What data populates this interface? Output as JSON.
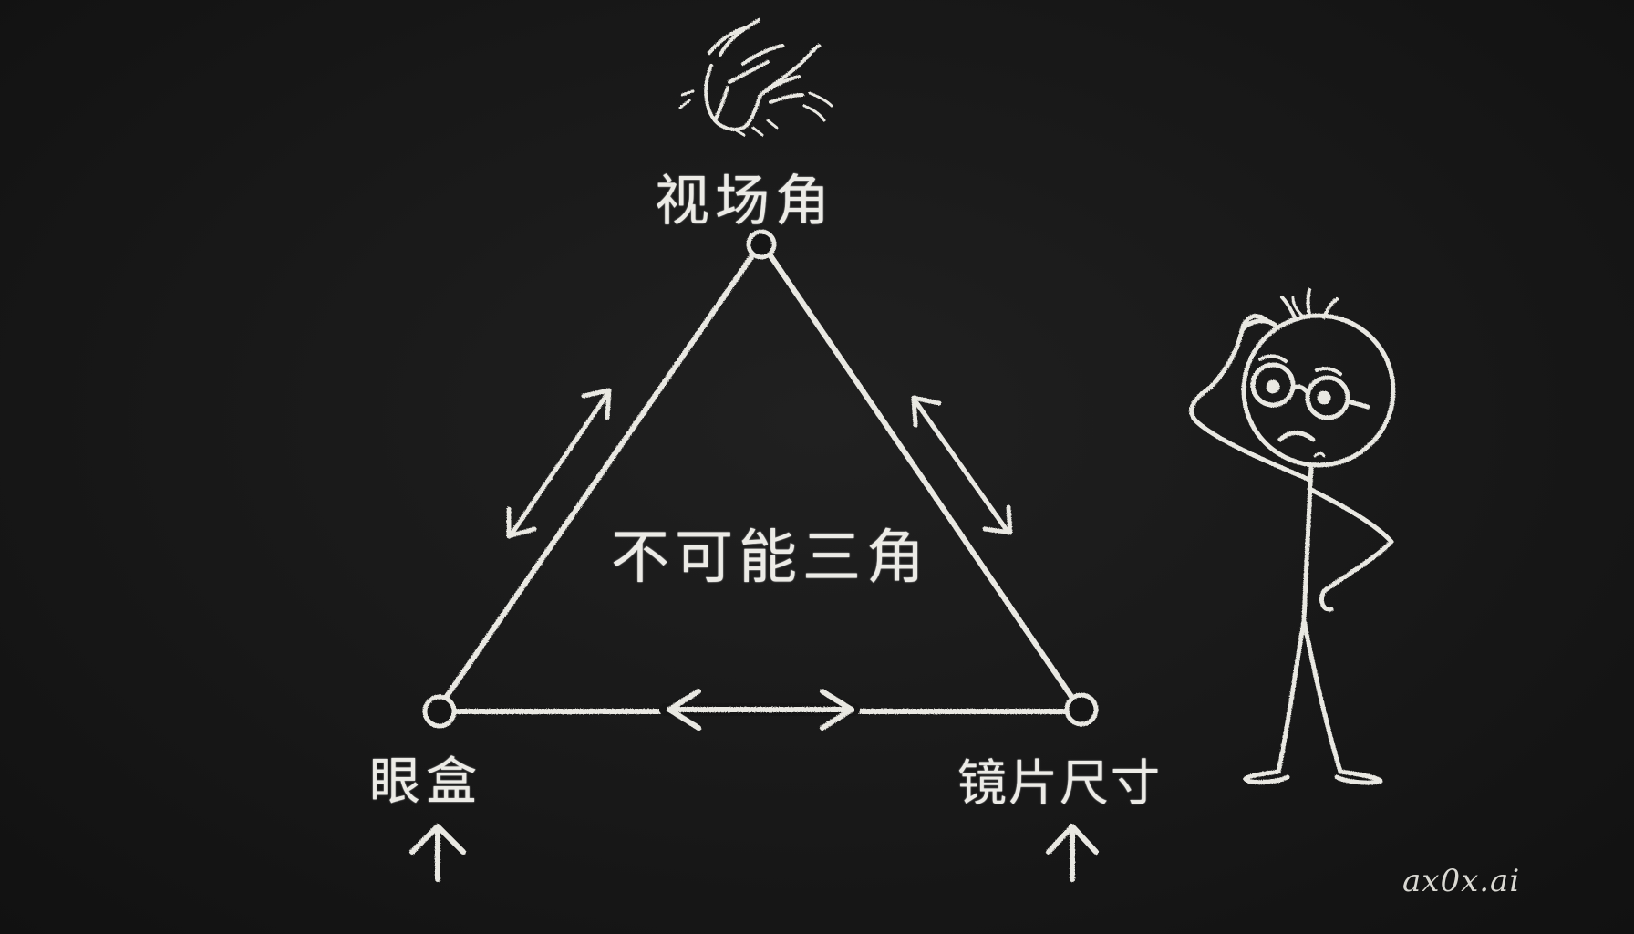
{
  "diagram": {
    "vertices": {
      "top": "视场角",
      "bottom_left": "眼盒",
      "bottom_right": "镜片尺寸"
    },
    "center_label": "不可能三角",
    "edges": [
      {
        "from": "bottom_left",
        "to": "top",
        "relation": "double-arrow"
      },
      {
        "from": "top",
        "to": "bottom_right",
        "relation": "double-arrow"
      },
      {
        "from": "bottom_left",
        "to": "bottom_right",
        "relation": "double-arrow"
      }
    ],
    "up_arrows_under": [
      "bottom_left",
      "bottom_right"
    ],
    "illustrations": {
      "top": "hand-pointing-down-icon",
      "right": "confused-stick-figure-with-glasses"
    }
  },
  "watermark": "ax0x.ai",
  "colors": {
    "background": "#161616",
    "chalk": "#e9e8e2"
  }
}
